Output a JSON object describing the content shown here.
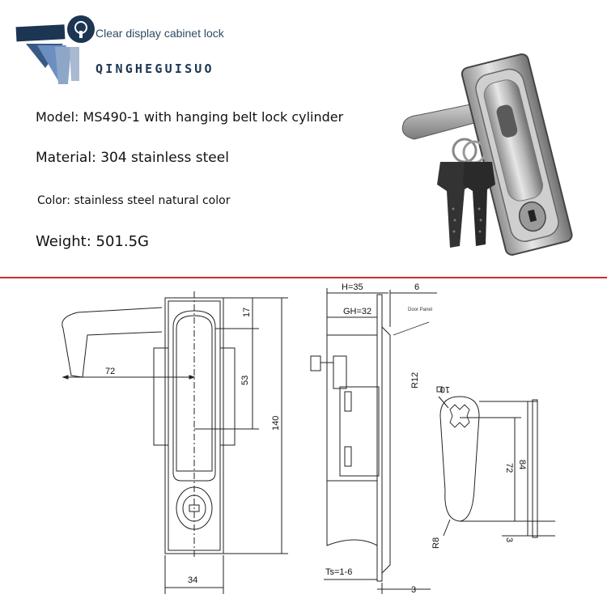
{
  "brand": {
    "tagline": "Clear display cabinet lock",
    "name": "QINGHEGUISUO"
  },
  "specs": {
    "model": "Model: MS490-1 with hanging belt lock cylinder",
    "material": "Material: 304 stainless steel",
    "color": "Color: stainless steel natural color",
    "weight": "Weight: 501.5G"
  },
  "colors": {
    "brand_navy": "#1c3552",
    "divider_red": "#c9302c"
  },
  "drawing": {
    "front_view": {
      "dim_handle_length": "72",
      "dim_top_offset": "17",
      "dim_mid_height": "53",
      "dim_total_height": "140",
      "dim_width": "34"
    },
    "side_view": {
      "dim_h": "H=35",
      "dim_gh": "GH=32",
      "dim_6": "6",
      "door_panel_label": "Door Panel",
      "dim_ts": "Ts=1-6",
      "dim_3": "3"
    },
    "latch_view": {
      "dim_r12": "R12",
      "dim_square": "10",
      "dim_72": "72",
      "dim_84": "84",
      "dim_r8": "R8",
      "dim_3": "3"
    }
  }
}
